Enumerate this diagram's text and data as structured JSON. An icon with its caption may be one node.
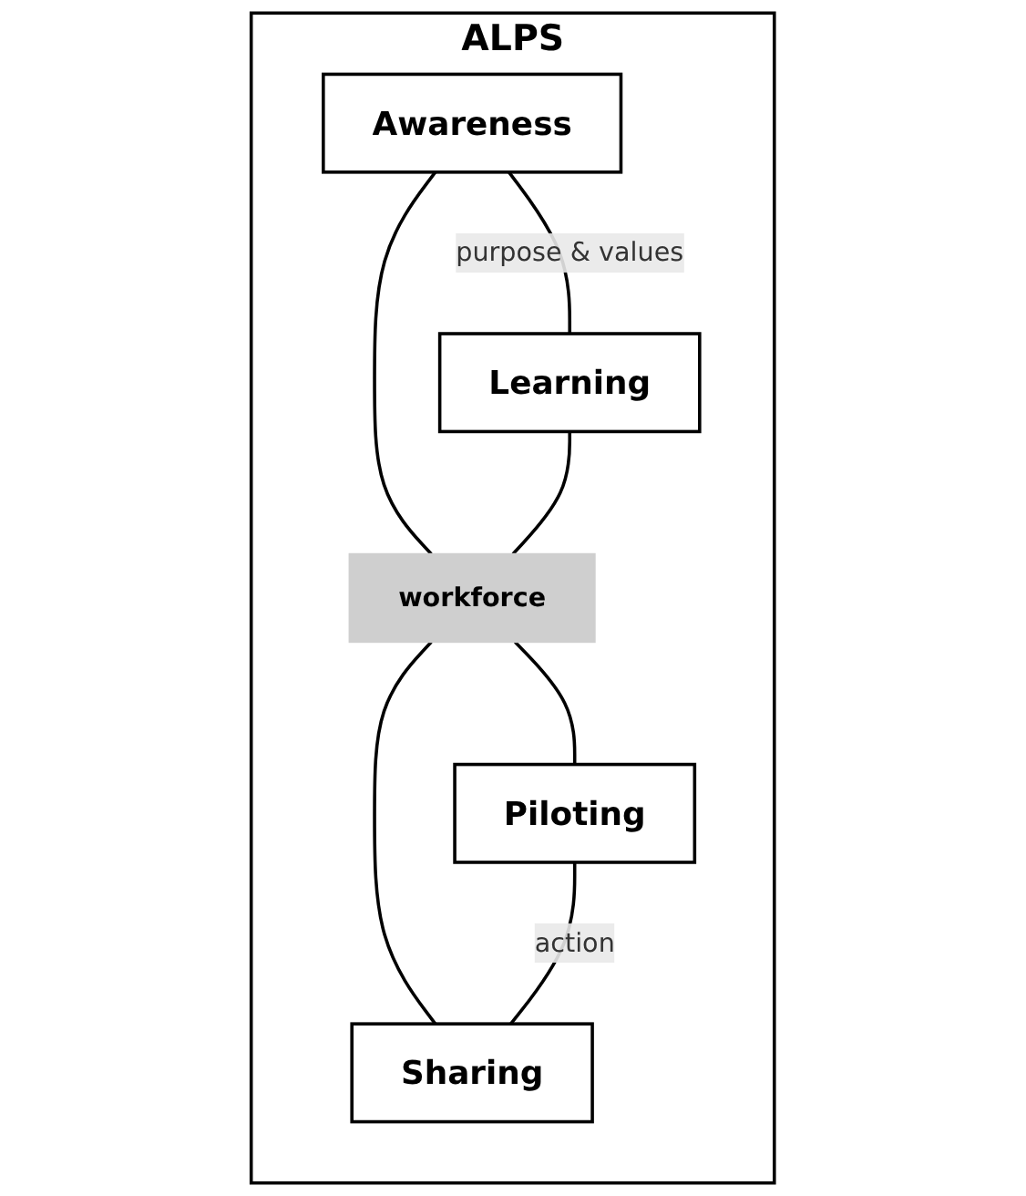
{
  "diagram": {
    "nodes": [
      {
        "text": [
          "ALPS"
        ]
      },
      {
        "text": [
          "Awareness"
        ],
        "in": 0
      },
      {
        "text": [
          "Learning"
        ],
        "in": 0
      },
      {
        "text": [
          "workforce"
        ],
        "in": 0
      },
      {
        "text": [
          "Piloting"
        ],
        "in": 0
      },
      {
        "text": [
          "Sharing"
        ],
        "in": 0
      }
    ],
    "edges": [
      {
        "from": 1,
        "to": 2,
        "arrow": "none",
        "label": "purpose & values"
      },
      {
        "from": 1,
        "to": 3,
        "arrow": "none"
      },
      {
        "from": 2,
        "to": 3,
        "arrow": "none"
      },
      {
        "from": 3,
        "to": 4,
        "arrow": "none"
      },
      {
        "from": 3,
        "to": 5,
        "arrow": "none"
      },
      {
        "from": 4,
        "to": 5,
        "arrow": "none",
        "label": "action"
      }
    ]
  }
}
